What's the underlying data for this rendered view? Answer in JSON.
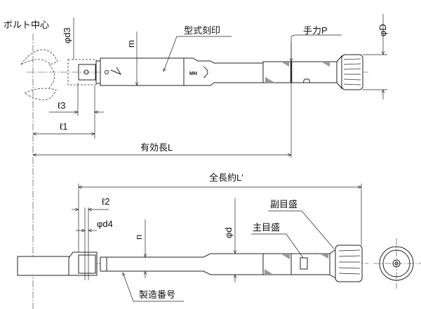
{
  "top_view": {
    "bolt_center": "ボルト中心",
    "phi_d3": "φd3",
    "m": "m",
    "model_stamp": "型式刻印",
    "hand_force_p": "手力P",
    "phi_D": "φD",
    "l3": "ℓ3",
    "l1": "ℓ1",
    "effective_length": "有効長L",
    "stamp_mark": "MH"
  },
  "bottom_view": {
    "overall_length": "全長約L'",
    "l2": "ℓ2",
    "phi_d4": "φd4",
    "n": "n",
    "phi_d": "φd",
    "main_scale": "主目盛",
    "sub_scale": "副目盛",
    "serial_number": "製造番号"
  }
}
